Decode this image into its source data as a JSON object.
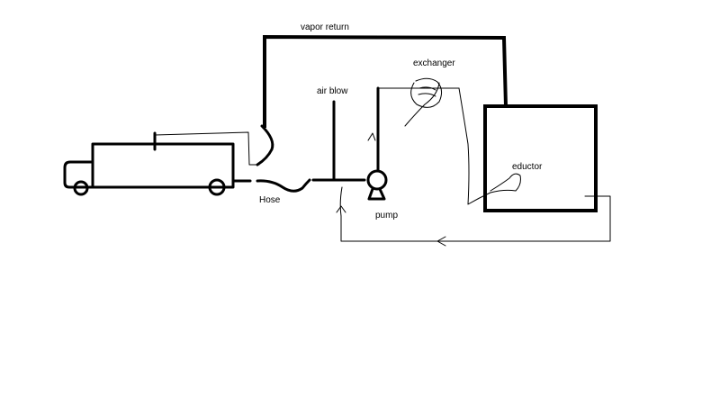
{
  "labels": {
    "vapor_return": "vapor return",
    "exchanger": "exchanger",
    "air_blow": "air blow",
    "eductor": "eductor",
    "hose": "Hose",
    "pump": "pump"
  },
  "colors": {
    "line": "#000000",
    "background": "#ffffff"
  }
}
